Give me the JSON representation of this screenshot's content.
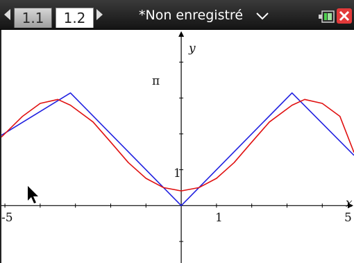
{
  "header": {
    "tabs": [
      {
        "label": "1.1",
        "active": false
      },
      {
        "label": "1.2",
        "active": true
      }
    ],
    "doc_title": "*Non enregistré"
  },
  "icons": {
    "prev": "left-arrow-icon",
    "next": "right-arrow-icon",
    "dropdown": "chevron-down-icon",
    "battery": "battery-icon",
    "close": "close-icon",
    "cursor": "mouse-pointer-icon"
  },
  "graph": {
    "x_axis_label": "x",
    "y_axis_label": "y",
    "x_min_label": "-5",
    "x_max_label": "5",
    "x_unit_label": "1",
    "y_unit_label": "1",
    "pi_label": "π",
    "colors": {
      "triangle_wave": "#2020e0",
      "smooth_curve": "#e01010",
      "axis": "#000000"
    }
  },
  "chart_data": {
    "type": "line",
    "xlim": [
      -5.1,
      4.9
    ],
    "ylim": [
      -1.6,
      4.9
    ],
    "series": [
      {
        "x": [
          -5.1,
          -3.14159,
          0,
          3.14159,
          4.9
        ],
        "y": [
          1.96,
          3.14159,
          0,
          3.14159,
          1.4
        ],
        "color": "#2020e0"
      },
      {
        "x": [
          -5.1,
          -4.5,
          -4,
          -3.5,
          -3.14159,
          -2.5,
          -2,
          -1.5,
          -1,
          -0.5,
          0,
          0.5,
          1,
          1.5,
          2,
          2.5,
          3.14159,
          3.5,
          4,
          4.5,
          4.9
        ],
        "y": [
          1.91,
          2.49,
          2.85,
          2.96,
          2.8,
          2.33,
          1.77,
          1.2,
          0.76,
          0.5,
          0.41,
          0.5,
          0.76,
          1.2,
          1.77,
          2.33,
          2.8,
          2.96,
          2.85,
          2.49,
          1.48
        ],
        "color": "#e01010"
      }
    ]
  }
}
